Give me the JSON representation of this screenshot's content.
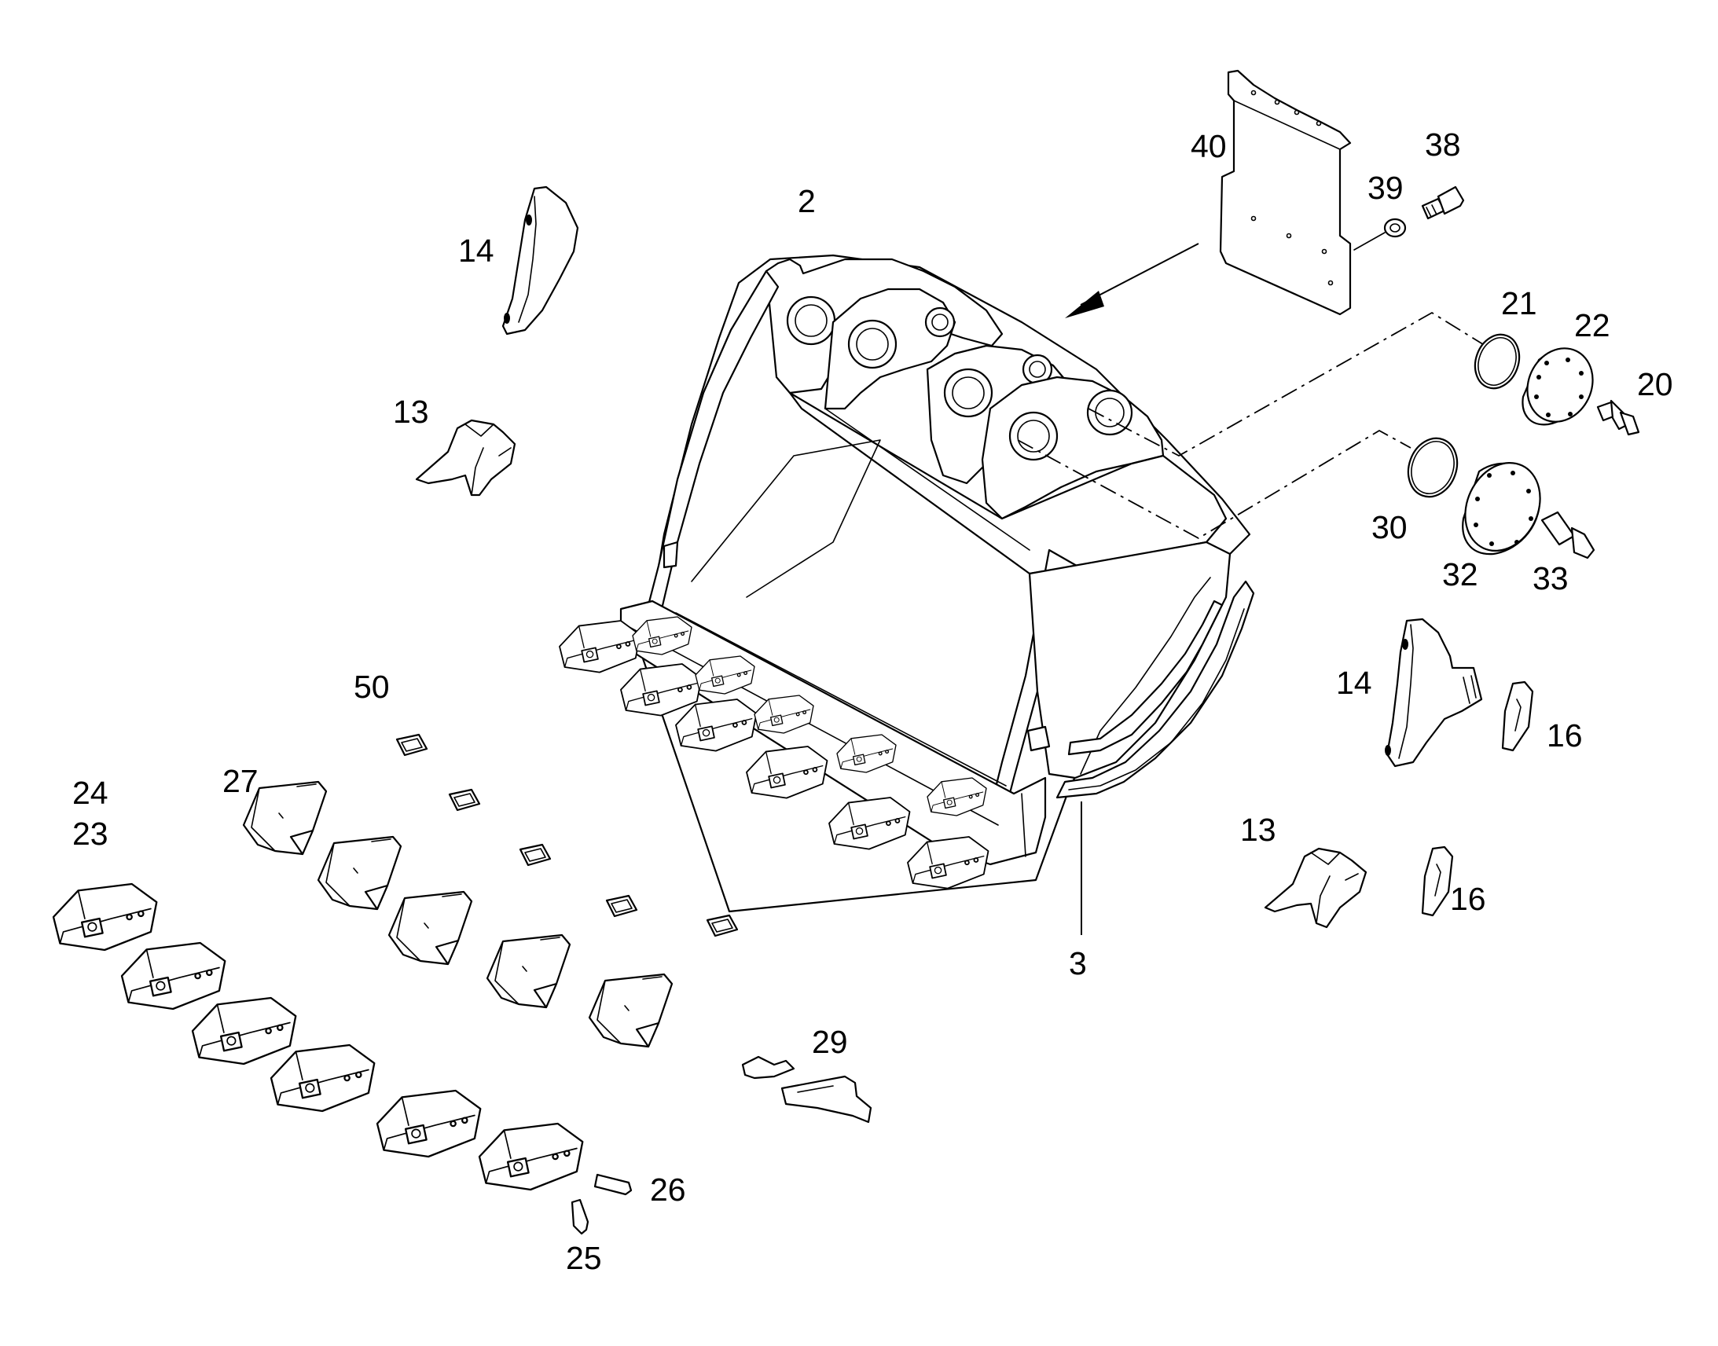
{
  "diagram": {
    "labels": {
      "l2": "2",
      "l3": "3",
      "l13a": "13",
      "l13b": "13",
      "l14a": "14",
      "l14b": "14",
      "l16a": "16",
      "l16b": "16",
      "l20": "20",
      "l21": "21",
      "l22": "22",
      "l23": "23",
      "l24": "24",
      "l25": "25",
      "l26": "26",
      "l27": "27",
      "l29": "29",
      "l30": "30",
      "l32": "32",
      "l33": "33",
      "l38": "38",
      "l39": "39",
      "l40": "40",
      "l50": "50"
    }
  }
}
